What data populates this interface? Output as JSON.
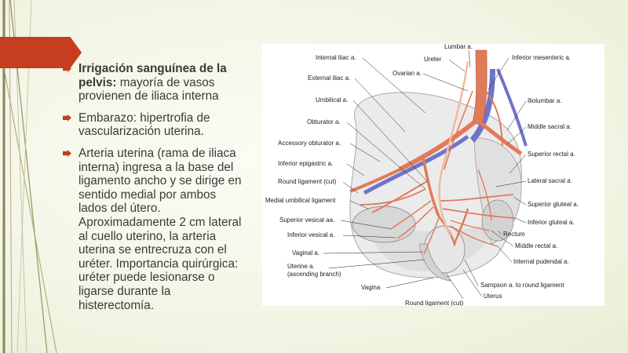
{
  "bullets": [
    {
      "bold": "Irrigación sanguínea de la pelvis:",
      "text": " mayoría de vasos provienen de iliaca interna"
    },
    {
      "text": "Embarazo: hipertrofia de vascularización uterina."
    },
    {
      "text": "Arteria uterina (rama de iliaca interna) ingresa a la base del ligamento ancho y se dirige en sentido medial por ambos lados del útero. Aproximadamente 2 cm lateral al cuello uterino, la arteria uterina se entrecruza con el uréter. Importancia quirúrgica: uréter puede lesionarse o ligarse durante la histerectomía."
    }
  ],
  "figure": {
    "labels_left": [
      "Internal iliac a.",
      "External iliac a.",
      "Umbilical a.",
      "Obturator a.",
      "Accessory obturator a.",
      "Inferior epigastric a.",
      "Round ligament (cut)",
      "Medial umbilical ligament",
      "Superior vesical aa.",
      "Inferior vesical a.",
      "Vaginal a.",
      "Uterine a.",
      "(ascending branch)",
      "Vagina"
    ],
    "labels_right": [
      "Lumbar a.",
      "Ureter",
      "Ovarian a.",
      "Inferior mesenteric a.",
      "Iliolumbar a.",
      "Middle sacral a.",
      "Superior rectal a.",
      "Lateral sacral a.",
      "Superior gluteal a.",
      "Inferior gluteal a.",
      "Rectum",
      "Middle rectal a.",
      "Internal pudendal a.",
      "Sampson a. to round ligament",
      "Uterus",
      "Round ligament (cut)"
    ]
  },
  "colors": {
    "accent": "#c63d1f",
    "text": "#3a3a3a",
    "artery": "#e07b5a",
    "vein": "#6f74c8",
    "ureter": "#f1b9a3"
  }
}
